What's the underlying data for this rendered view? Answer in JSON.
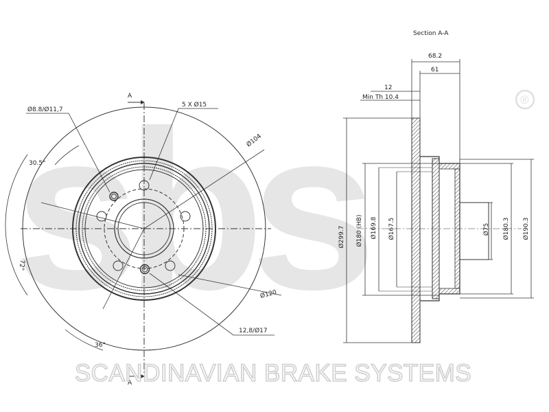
{
  "watermark": {
    "logo_text": "sbs",
    "registered_mark": "®",
    "brand_text": "SCANDINAVIAN BRAKE SYSTEMS"
  },
  "front_view": {
    "section_marker_top": "A",
    "section_marker_bottom": "A",
    "hole_small": "Ø8.8/Ø11,7",
    "bolt_holes": "5 X Ø15",
    "pcd": "Ø104",
    "angle_top": "30.5°",
    "angle_side": "72°",
    "angle_bottom": "36°",
    "center_bore": "Ø120",
    "hole_large": "12,8/Ø17"
  },
  "section_view": {
    "title": "Section A-A",
    "overall_height": "68.2",
    "hat_height": "61",
    "thickness": "12",
    "min_thickness": "Min Th 10.4",
    "outer_diameter": "Ø299.7",
    "hb_diameter": "Ø180 (HB)",
    "d_169_8": "Ø169.8",
    "d_167_5": "Ø167.5",
    "center_bore": "Ø75",
    "d_180_3": "Ø180.3",
    "d_190_3": "Ø190.3"
  },
  "colors": {
    "line": "#333333",
    "hatch": "#555555",
    "watermark": "#e6e6e6"
  }
}
